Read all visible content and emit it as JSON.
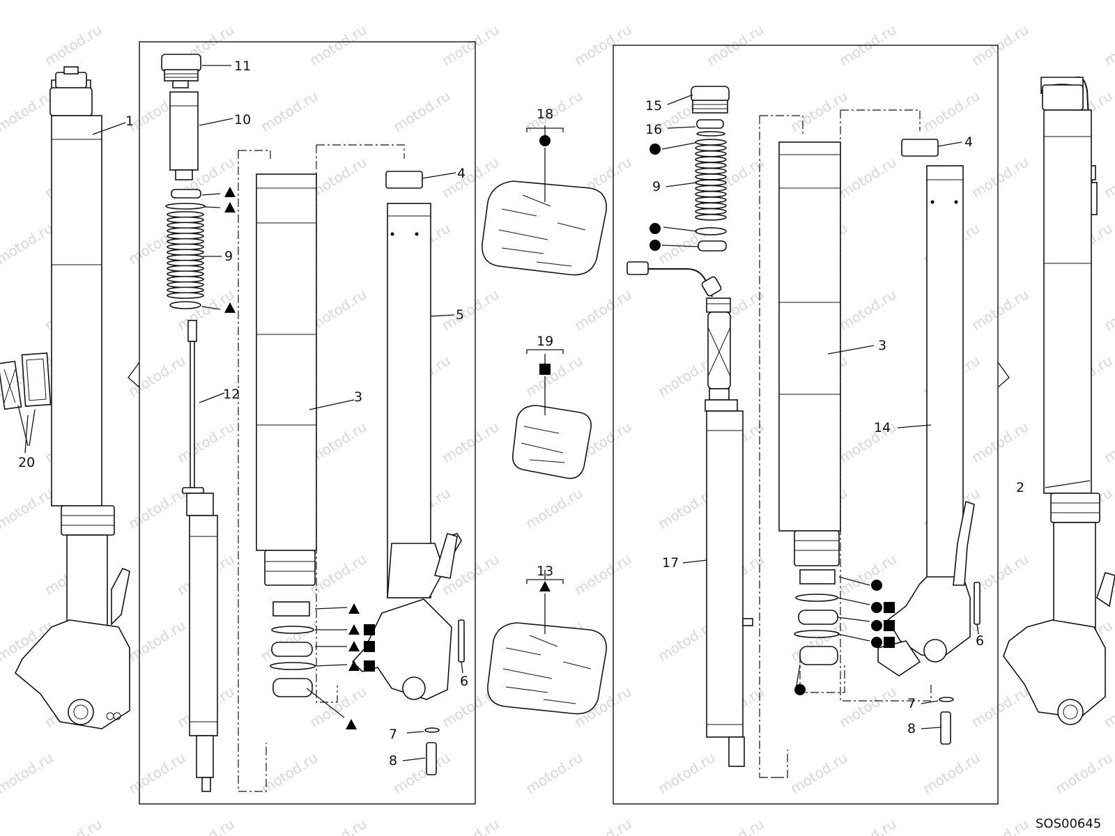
{
  "watermark": "motod.ru",
  "drawing_code": "SOS00645",
  "callouts": {
    "c1": "1",
    "c2": "2",
    "c3a": "3",
    "c3b": "3",
    "c4a": "4",
    "c4b": "4",
    "c5": "5",
    "c6a": "6",
    "c6b": "6",
    "c7a": "7",
    "c7b": "7",
    "c8a": "8",
    "c8b": "8",
    "c9a": "9",
    "c9b": "9",
    "c10": "10",
    "c11": "11",
    "c12": "12",
    "c13": "13",
    "c14": "14",
    "c15": "15",
    "c16": "16",
    "c17": "17",
    "c18": "18",
    "c19": "19",
    "c20": "20"
  },
  "kits": [
    {
      "ref": "18",
      "symbol": "circle"
    },
    {
      "ref": "19",
      "symbol": "square"
    },
    {
      "ref": "13",
      "symbol": "triangle"
    }
  ],
  "colors": {
    "ink": "#111111",
    "watermark": "#d6d6d6",
    "background": "#ffffff"
  }
}
